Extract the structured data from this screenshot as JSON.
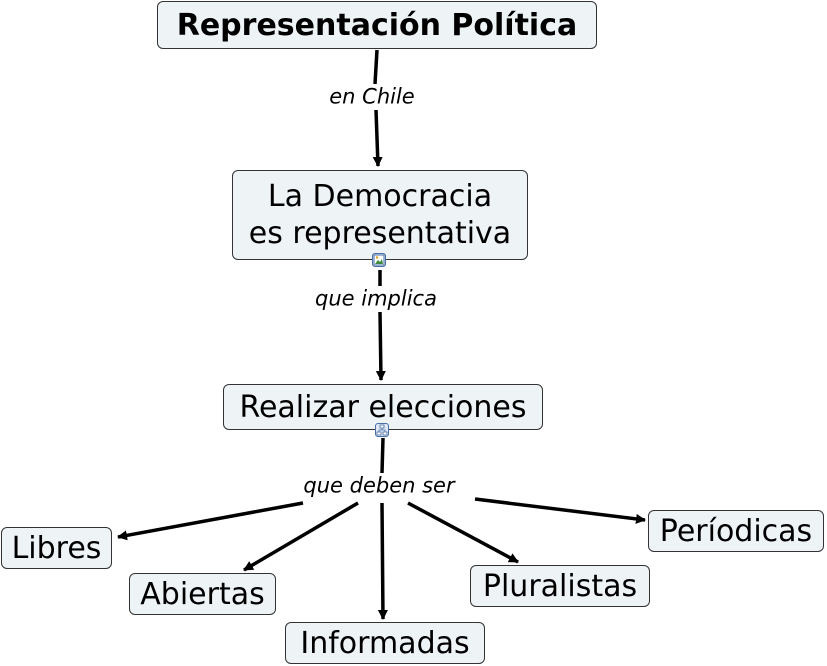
{
  "concepts": {
    "root": "Representación Política",
    "democracy_line1": "La Democracia",
    "democracy_line2": "es representativa",
    "elections": "Realizar elecciones",
    "libres": "Libres",
    "abiertas": "Abiertas",
    "informadas": "Informadas",
    "pluralistas": "Pluralistas",
    "periodicas": "Períodicas"
  },
  "links": {
    "en_chile": "en Chile",
    "que_implica": "que implica",
    "que_deben_ser": "que deben ser"
  },
  "icons": {
    "democracy_resource": "image-resource-icon",
    "elections_resource": "concept-map-resource-icon"
  },
  "colors": {
    "node_fill": "#eef3f6",
    "node_border": "#333333",
    "line": "#000000",
    "icon_accent": "#4a6fa5"
  }
}
